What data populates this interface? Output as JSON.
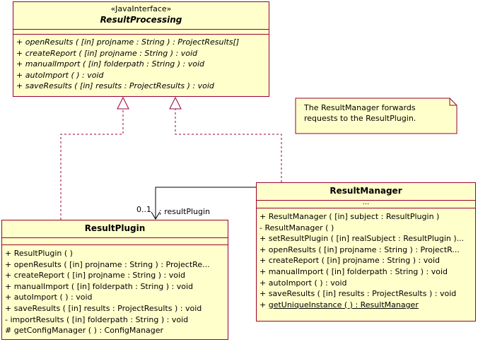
{
  "interface": {
    "stereotype": "«JavaInterface»",
    "name": "ResultProcessing",
    "operations": [
      "+ openResults ( [in] projname : String ) : ProjectResults[]",
      "+ createReport ( [in] projname : String ) : void",
      "+ manualImport ( [in] folderpath : String ) : void",
      "+ autoImport (  ) : void",
      "+ saveResults ( [in] results : ProjectResults ) : void"
    ]
  },
  "result_plugin": {
    "name": "ResultPlugin",
    "operations": [
      "+ ResultPlugin (  )",
      "+ openResults ( [in] projname : String ) : ProjectRe...",
      "+ createReport ( [in] projname : String ) : void",
      "+ manualImport ( [in] folderpath : String ) : void",
      "+ autoImport (  ) : void",
      "+ saveResults ( [in] results : ProjectResults ) : void",
      "- importResults ( [in] folderpath : String ) : void",
      "# getConfigManager (  ) : ConfigManager"
    ]
  },
  "result_manager": {
    "name": "ResultManager",
    "attributes_ellipsis": "...",
    "operations": [
      "+ ResultManager ( [in] subject : ResultPlugin )",
      "- ResultManager (  )",
      "+ setResultPlugin ( [in] realSubject : ResultPlugin )...",
      "+ openResults ( [in] projname : String ) : ProjectR...",
      "+ createReport ( [in] projname : String ) : void",
      "+ manualImport ( [in] folderpath : String ) : void",
      "+ autoImport (  ) : void",
      "+ saveResults ( [in] results : ProjectResults ) : void"
    ],
    "static_operation": "getUniqueInstance (  ) : ResultManager",
    "static_operation_prefix": "+ "
  },
  "note": {
    "text_line1": "The ResultManager forwards",
    "text_line2": "requests to the ResultPlugin."
  },
  "association": {
    "multiplicity": "0..1",
    "role": "; resultPlugin"
  },
  "colors": {
    "class_fill": "#ffffcc",
    "class_border": "#990033",
    "realization_line": "#990033",
    "association_line": "#000000"
  }
}
